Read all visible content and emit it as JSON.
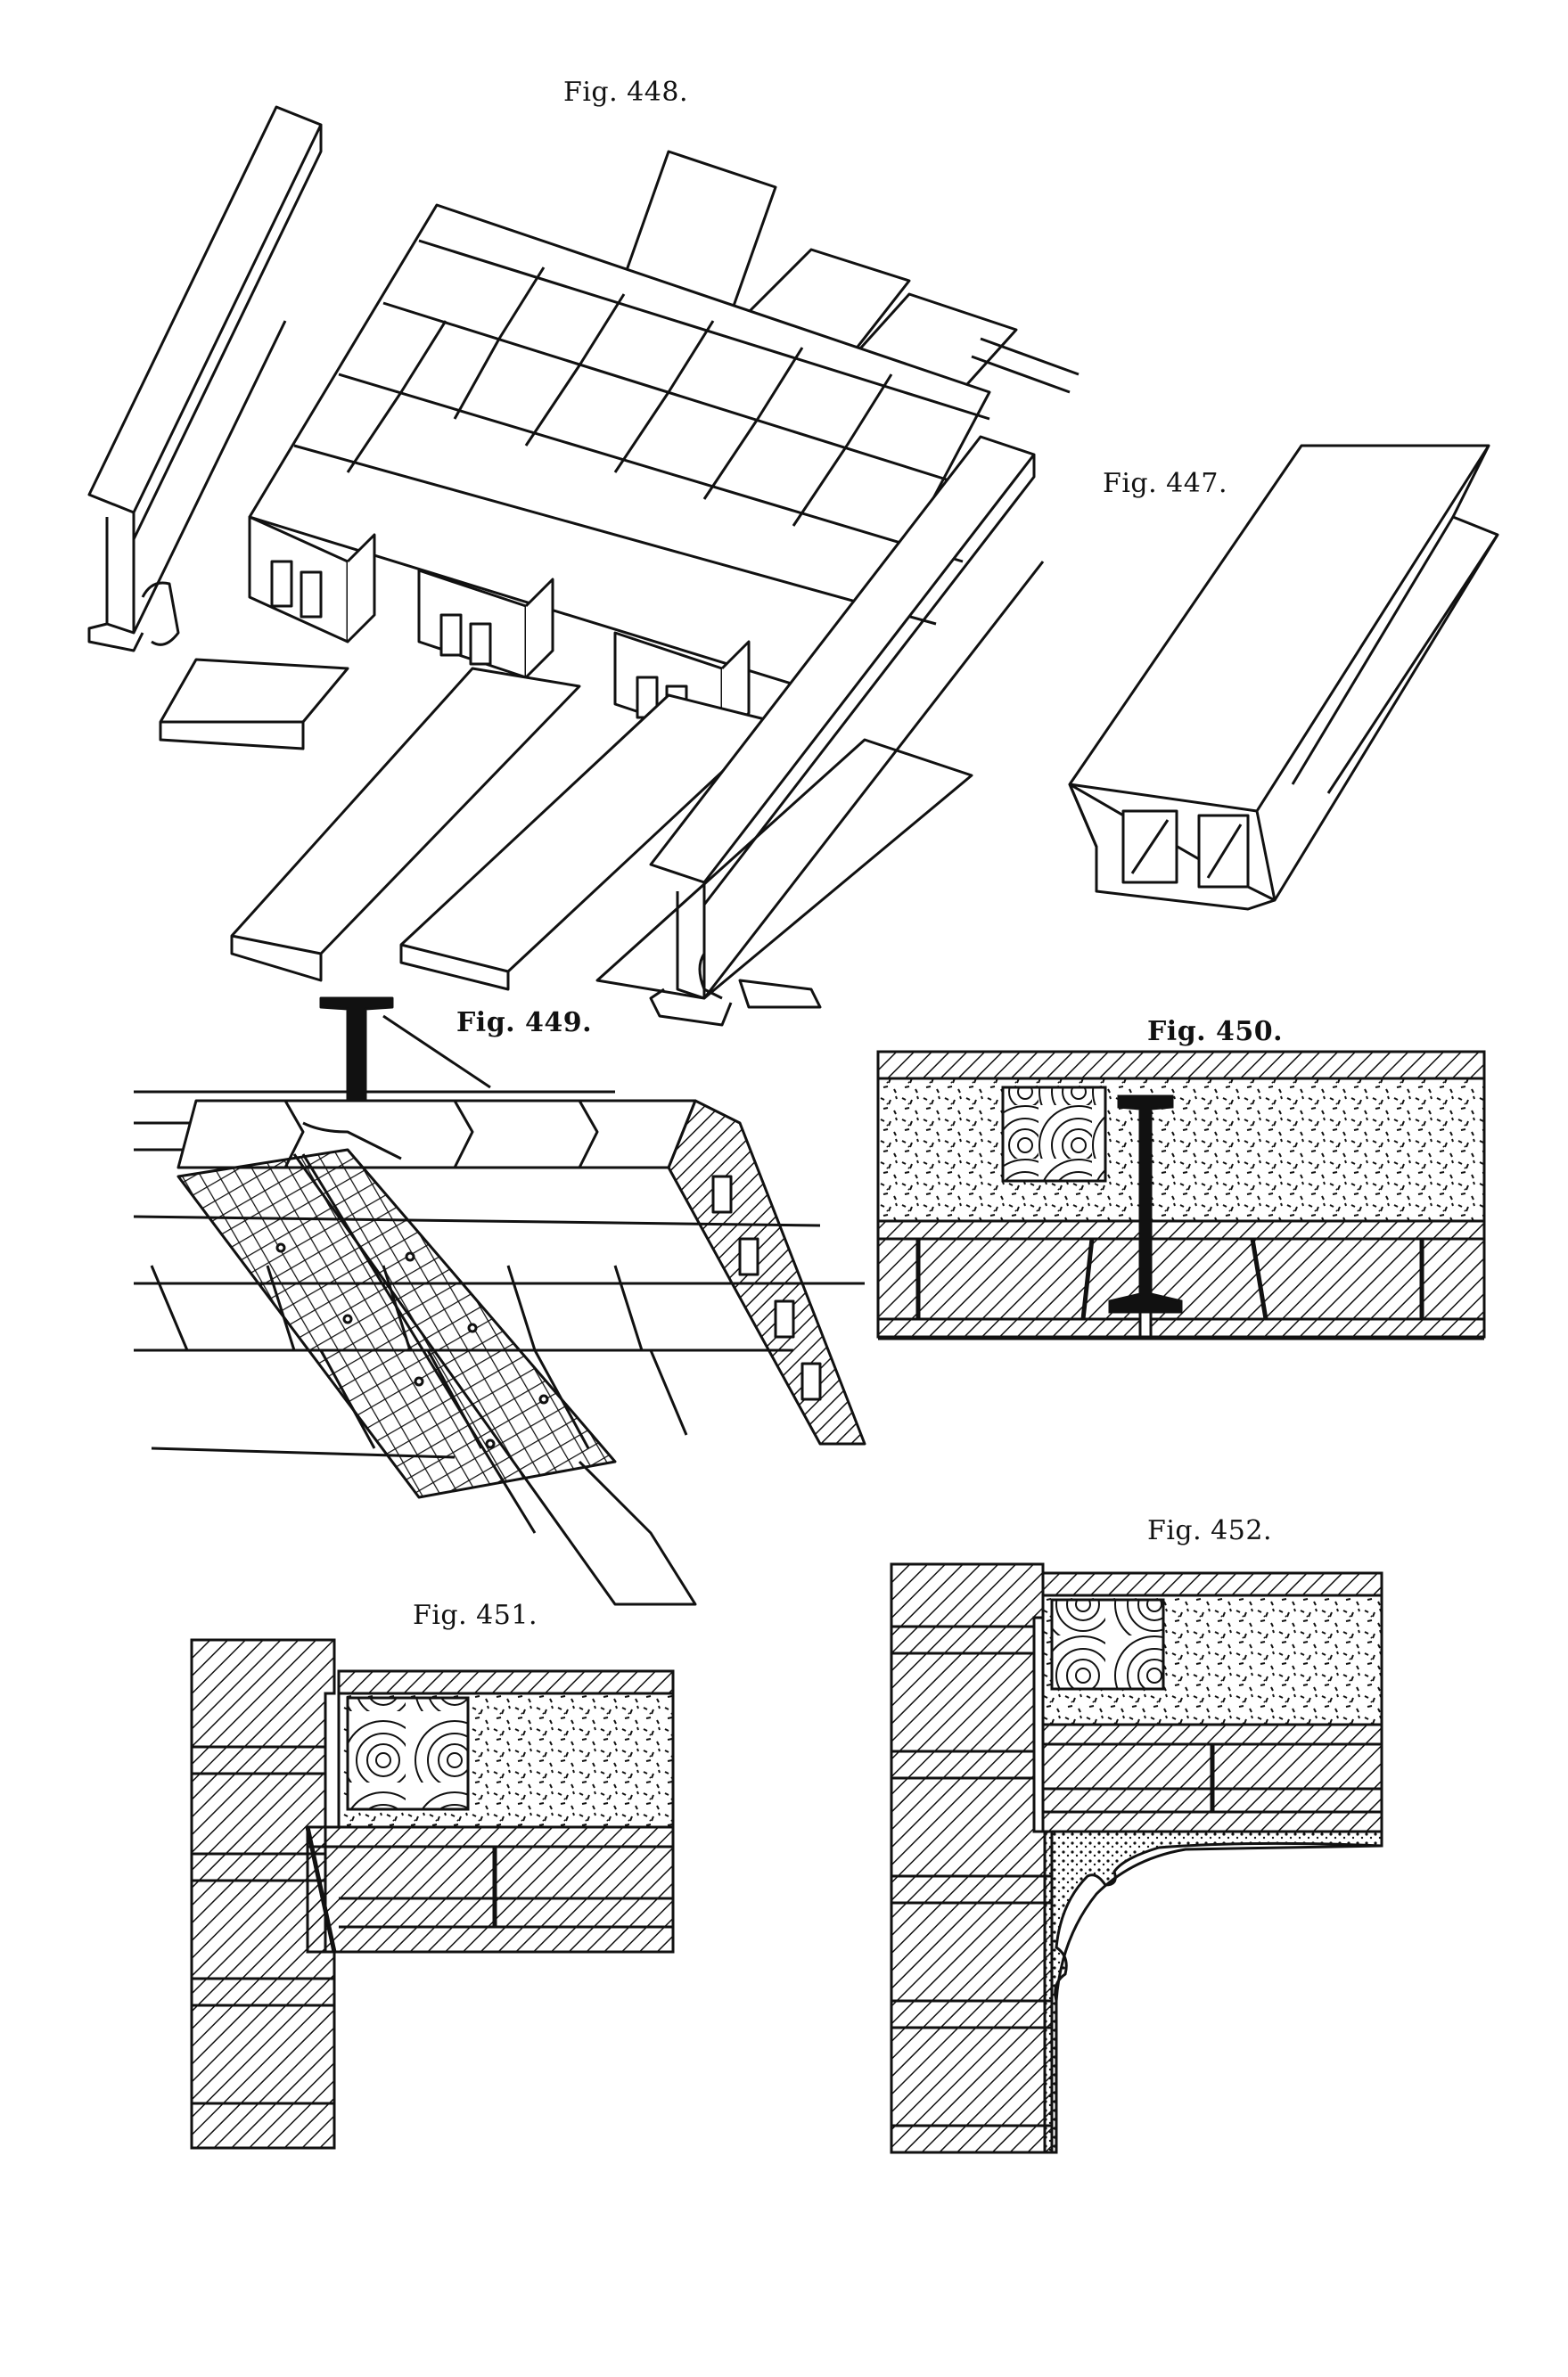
{
  "figures": {
    "f448": {
      "caption": "Fig. 448."
    },
    "f447": {
      "caption": "Fig. 447."
    },
    "f449": {
      "caption": "Fig. 449."
    },
    "f450": {
      "caption": "Fig. 450."
    },
    "f451": {
      "caption": "Fig. 451."
    },
    "f452": {
      "caption": "Fig. 452."
    }
  },
  "ink_color": "#111111",
  "paper_color": "#ffffff"
}
